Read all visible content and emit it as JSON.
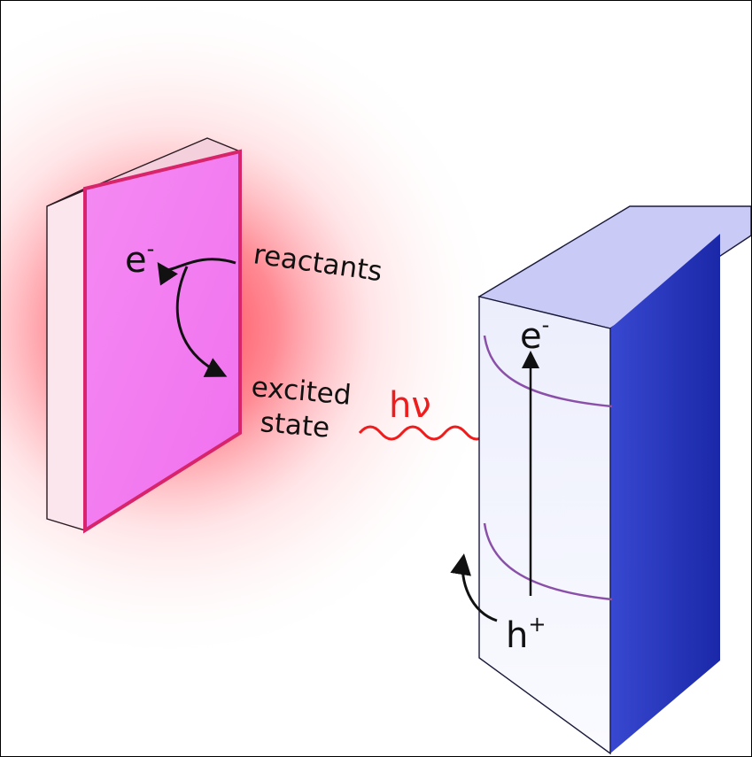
{
  "labels": {
    "electron_left": "e",
    "electron_left_sup": "-",
    "reactants": "reactants",
    "excited": "excited",
    "state": "state",
    "photon": "hν",
    "electron_right": "e",
    "electron_right_sup": "-",
    "hole": "h",
    "hole_sup": "+"
  },
  "colors": {
    "glow": "#ff2a3c",
    "plate_face": "#f57ef2",
    "plate_edge": "#e2286a",
    "photon": "#ee1c1c",
    "block_top": "#c9cbf6",
    "block_side": "#2030b8",
    "block_front": "#f5f6fd",
    "band_curve": "#8a4fa8",
    "arrow": "#111111"
  }
}
